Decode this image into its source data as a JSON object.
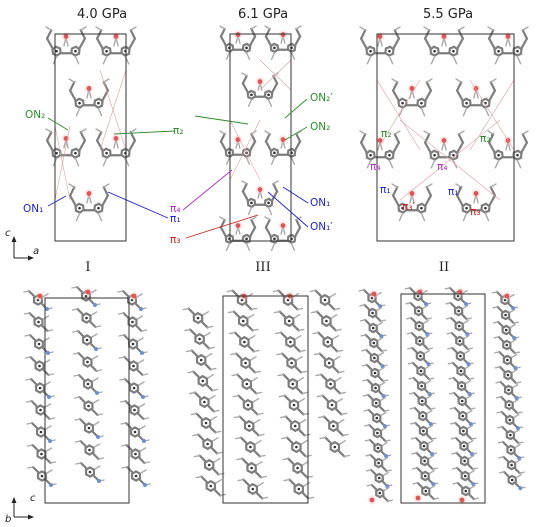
{
  "titles": [
    "4.0 GPa",
    "6.1 GPa",
    "5.5 GPa"
  ],
  "phases": [
    "I",
    "III",
    "II"
  ],
  "axes_top": {
    "vertical": "c",
    "horizontal": "a"
  },
  "axes_bottom": {
    "vertical": "c",
    "horizontal": "b"
  },
  "labels": {
    "on2_i": "ON₂",
    "on1_i": "ON₁",
    "pi2": "π₂",
    "pi1": "π₁",
    "pi4": "π₄",
    "pi3": "π₃",
    "on2p": "ON₂′",
    "on2": "ON₂",
    "on1": "ON₁",
    "on1p": "ON₁′",
    "ii_pi2": "π₂",
    "ii_pi2p": "π₂′",
    "ii_pi4a": "π₄",
    "ii_pi4b": "π₄",
    "ii_pi1": "π₁",
    "ii_pi1p": "π₁′",
    "ii_pi3p": "π₃′",
    "ii_pi3": "π₃"
  },
  "colors": {
    "green": "#2e8b2e",
    "blue": "#2222cc",
    "magenta": "#b030c0",
    "red": "#cc2222",
    "carbon": "#7d7d7d",
    "oxygen": "#cc2020",
    "nitrogen": "#6f8fd0"
  }
}
